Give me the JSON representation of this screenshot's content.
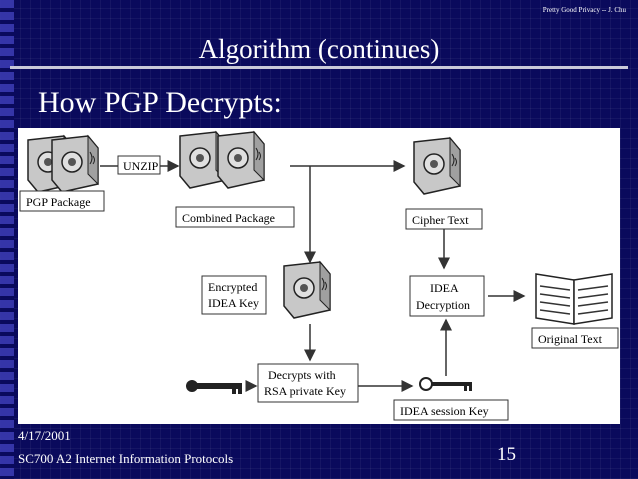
{
  "header": {
    "text": "Pretty Good Privacy -- J. Chu"
  },
  "title": "Algorithm (continues)",
  "subtitle": "How PGP Decrypts:",
  "diagram": {
    "pgp_package": "PGP Package",
    "unzip": "UNZIP",
    "combined_package": "Combined Package",
    "cipher_text": "Cipher Text",
    "encrypted_key_line1": "Encrypted",
    "encrypted_key_line2": "IDEA Key",
    "idea_decryption_line1": "IDEA",
    "idea_decryption_line2": "Decryption",
    "original_text": "Original Text",
    "rsa_decrypt_line1": "Decrypts with",
    "rsa_decrypt_line2": "RSA private Key",
    "session_key": "IDEA session Key"
  },
  "footer": {
    "date": "4/17/2001",
    "course": "SC700 A2 Internet Information Protocols",
    "page": "15"
  }
}
